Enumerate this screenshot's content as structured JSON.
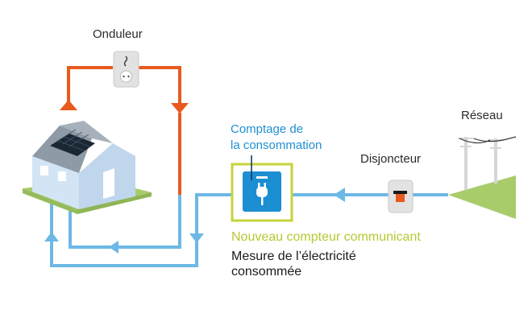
{
  "labels": {
    "inverter": "Onduleur",
    "consumption_metering_line1": "Comptage de",
    "consumption_metering_line2": "la consommation",
    "breaker": "Disjoncteur",
    "grid": "Réseau",
    "new_meter": "Nouveau compteur communicant",
    "measure_line1": "Mesure de l’électricité",
    "measure_line2": "consommée"
  },
  "colors": {
    "production_flow": "#e85a1e",
    "consumption_flow": "#6cb8e6",
    "meter_frame": "#c5d33b",
    "meter_body": "#1c8ed2",
    "accent_text": "#1e8fd0",
    "meter_caption": "#b8c832",
    "grass": "#a9cc6b",
    "house_wall": "#d3e5f4",
    "roof": "#8e9aa6",
    "solar_panel": "#1b2733"
  },
  "icons": {
    "inverter": "inverter-icon",
    "meter": "smart-meter-icon",
    "breaker": "breaker-icon",
    "house": "house-with-solar-panels",
    "pylons": "power-pylon-icon"
  }
}
